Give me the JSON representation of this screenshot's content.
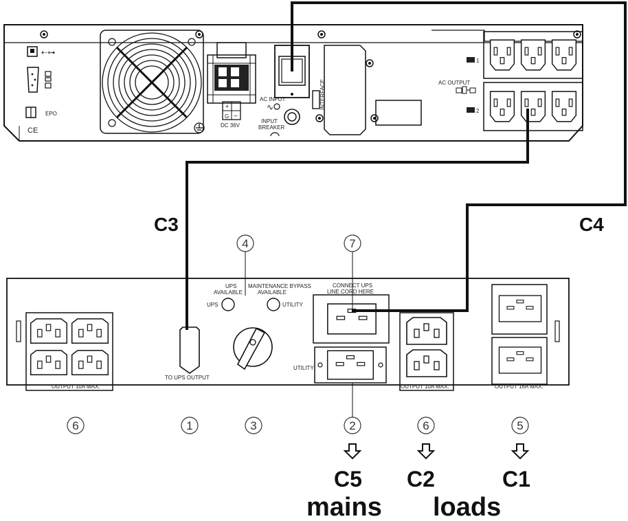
{
  "ups_rear": {
    "usb_symbol": "⇠⊶",
    "epo_label": "EPO",
    "ce_mark": "CE",
    "dc_plus": "+",
    "dc_g": "G",
    "dc_minus": "−",
    "dc_label": "DC 36V",
    "ac_input_label": "AC INPUT",
    "input_breaker_line1": "INPUT",
    "input_breaker_line2": "BREAKER",
    "interface_label": "INTERFACE",
    "ac_output_label": "AC OUTPUT",
    "group1_label": "1",
    "group2_label": "2"
  },
  "bypass_panel": {
    "ups_available_line1": "UPS",
    "ups_available_line2": "AVAILABLE",
    "maintenance_line1": "MAINTENANCE  BYPASS",
    "maintenance_line2": "AVAILABLE",
    "ups_lamp_label": "UPS",
    "utility_lamp_label": "UTILITY",
    "connect_line1": "CONNECT  UPS",
    "connect_line2": "LINE  CORD  HERE",
    "utility_inlet_label": "UTILITY",
    "to_ups_output_label": "TO  UPS  OUTPUT",
    "output_left_label": "OUTPUT  10A  MAX.",
    "output_mid_label": "OUTPUT  10A  MAX.",
    "output_right_label": "OUTPUT  16A  MAX."
  },
  "callouts": {
    "n1": "1",
    "n2": "2",
    "n3": "3",
    "n4": "4",
    "n5": "5",
    "n6_left": "6",
    "n6_right": "6",
    "n7": "7"
  },
  "cables": {
    "c1": "C1",
    "c2": "C2",
    "c3": "C3",
    "c4": "C4",
    "c5": "C5"
  },
  "footer": {
    "mains": "mains",
    "loads": "loads"
  },
  "colors": {
    "line": "#111111",
    "panel_fill": "#ffffff",
    "cable": "#111111"
  }
}
